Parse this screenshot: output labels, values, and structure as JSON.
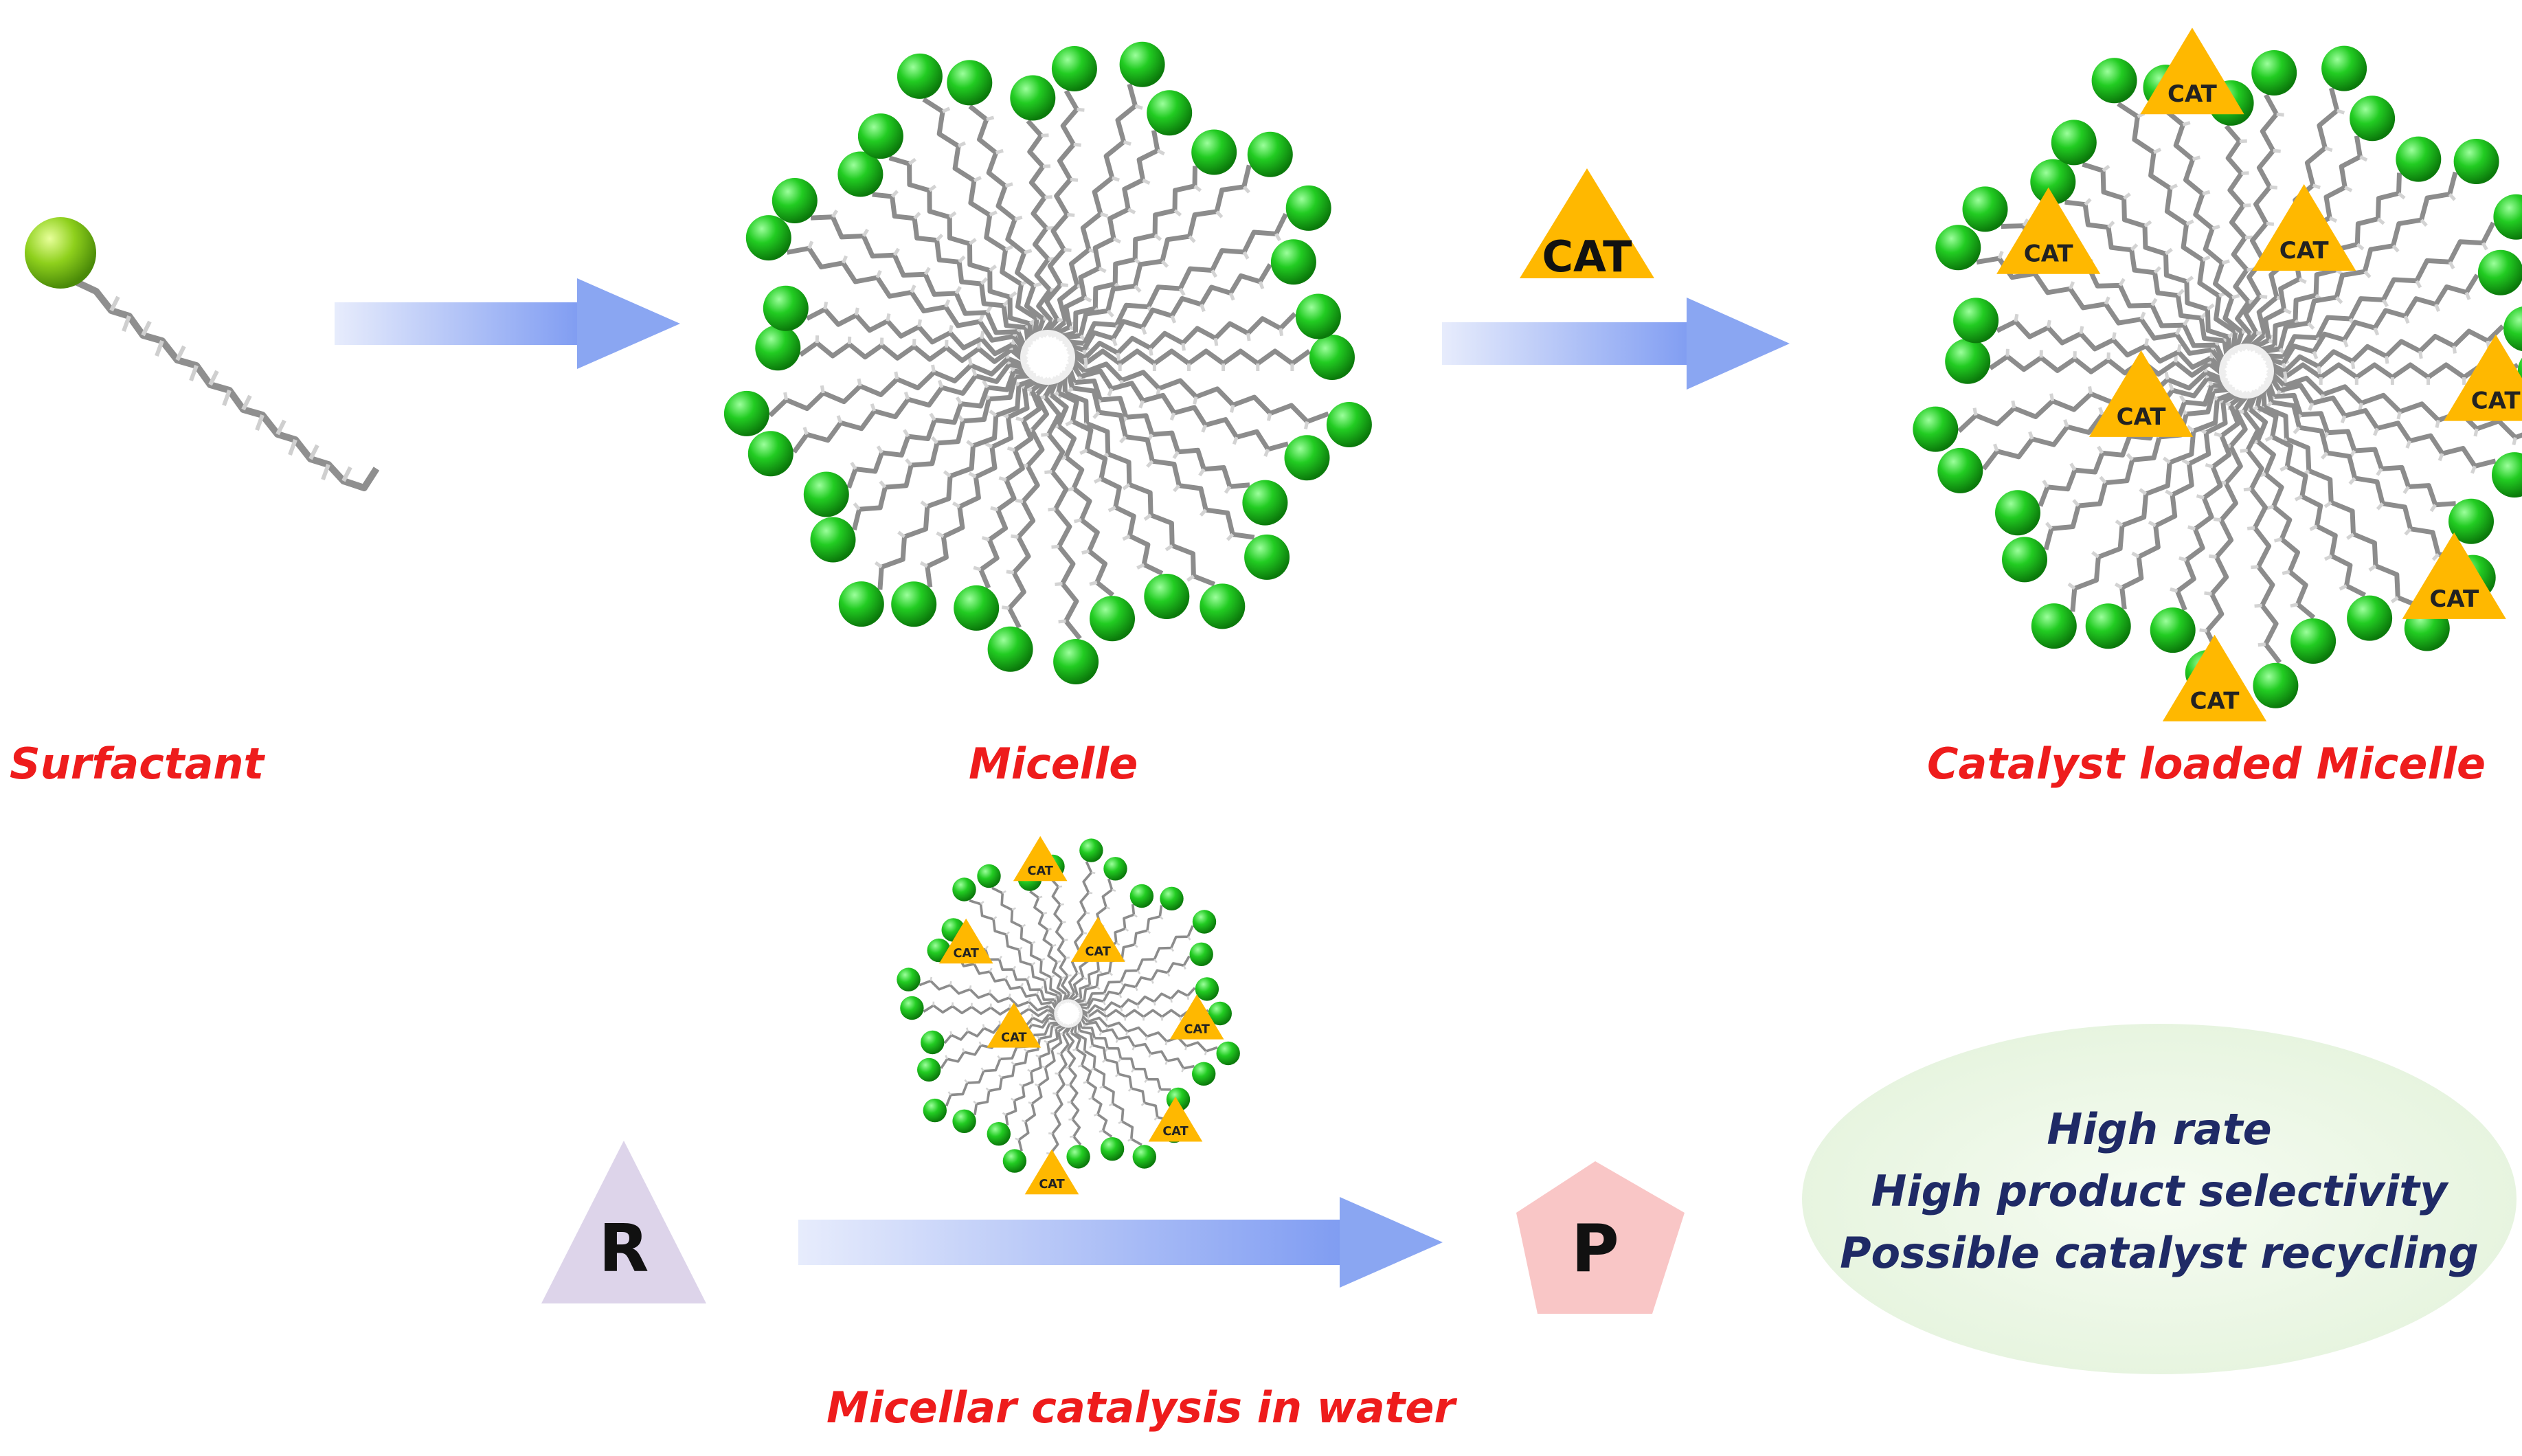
{
  "labels": {
    "surfactant": "Surfactant",
    "micelle": "Micelle",
    "catalyst_loaded_micelle": "Catalyst loaded Micelle",
    "micellar_catalysis": "Micellar catalysis in water"
  },
  "catalyst_symbol": "CAT",
  "reactant_symbol": "R",
  "product_symbol": "P",
  "benefits": [
    "High rate",
    "High product selectivity",
    "Possible catalyst recycling"
  ],
  "colors": {
    "label_red": "#ee1c1c",
    "benefit_blue": "#1f2a66",
    "headgroup_green": "#22cc22",
    "catalyst_orange": "#ffb800",
    "reactant_lavender": "#ddd4ea",
    "product_pink": "#f9c6c6",
    "arrow_blue": "#8aa6f2",
    "ellipse_green": "#eef8e8"
  }
}
